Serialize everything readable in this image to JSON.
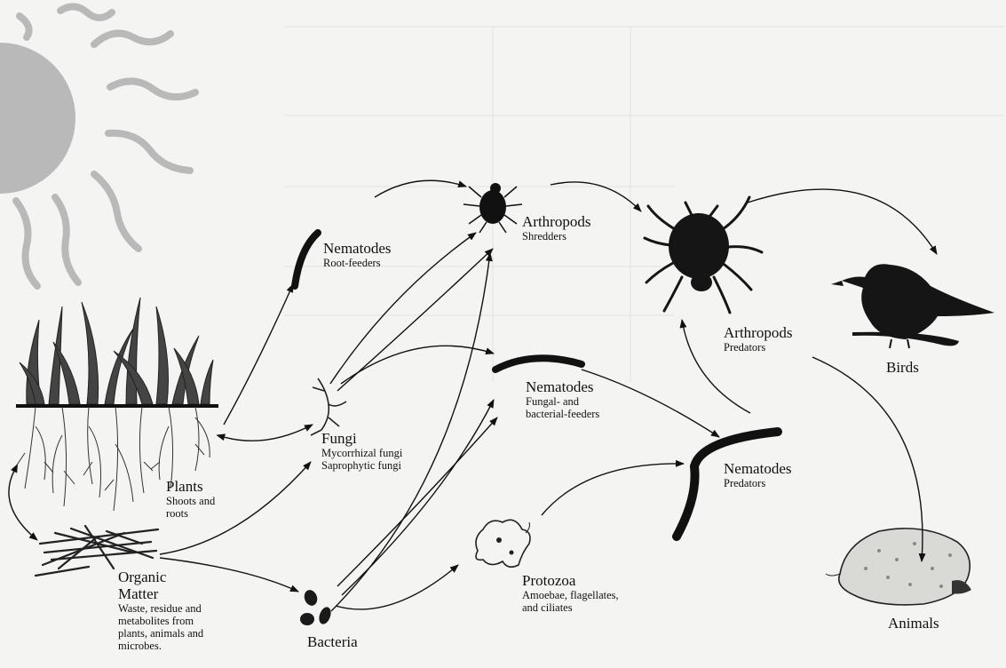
{
  "nodes": {
    "plants": {
      "title": "Plants",
      "subtitle": "Shoots and\nroots"
    },
    "organic_matter": {
      "title": "Organic\nMatter",
      "subtitle": "Waste, residue and\nmetabolites from\nplants, animals and\nmicrobes."
    },
    "bacteria": {
      "title": "Bacteria"
    },
    "fungi": {
      "title": "Fungi",
      "subtitle": "Mycorrhizal fungi\nSaprophytic fungi"
    },
    "nematodes_root": {
      "title": "Nematodes",
      "subtitle": "Root-feeders"
    },
    "arthropods_shredders": {
      "title": "Arthropods",
      "subtitle": "Shredders"
    },
    "nematodes_fungal": {
      "title": "Nematodes",
      "subtitle": "Fungal- and\nbacterial-feeders"
    },
    "protozoa": {
      "title": "Protozoa",
      "subtitle": "Amoebae, flagellates,\nand ciliates"
    },
    "nematodes_predators": {
      "title": "Nematodes",
      "subtitle": "Predators"
    },
    "arthropods_predators": {
      "title": "Arthropods",
      "subtitle": "Predators"
    },
    "birds": {
      "title": "Birds"
    },
    "animals": {
      "title": "Animals"
    }
  },
  "colors": {
    "ink": "#111111",
    "sun": "#b9b9b9",
    "background": "#f4f4f2"
  }
}
